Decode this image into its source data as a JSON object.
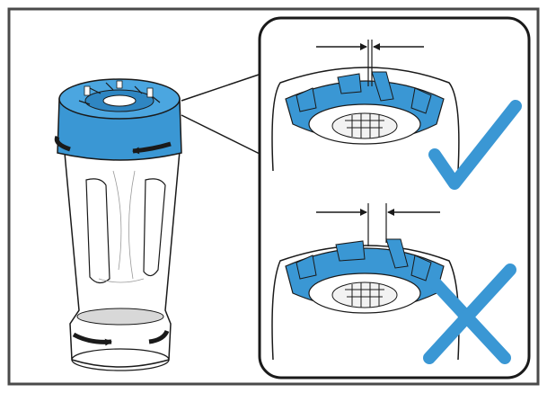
{
  "figure": {
    "kind": "assembly-instruction",
    "accent_color": "#3a97d4",
    "outline_color": "#1a1a1a",
    "frame_color": "#4a4a4a",
    "background_color": "#ffffff"
  },
  "bottle": {
    "collar_rotation": "counterclockwise-arrow",
    "base_rotation": "clockwise-arrow"
  },
  "detail_panel": {
    "top_view": {
      "status": "correct",
      "mark_icon": "checkmark-icon",
      "gap_indicator": "narrow"
    },
    "bottom_view": {
      "status": "incorrect",
      "mark_icon": "cross-icon",
      "gap_indicator": "wide"
    }
  }
}
